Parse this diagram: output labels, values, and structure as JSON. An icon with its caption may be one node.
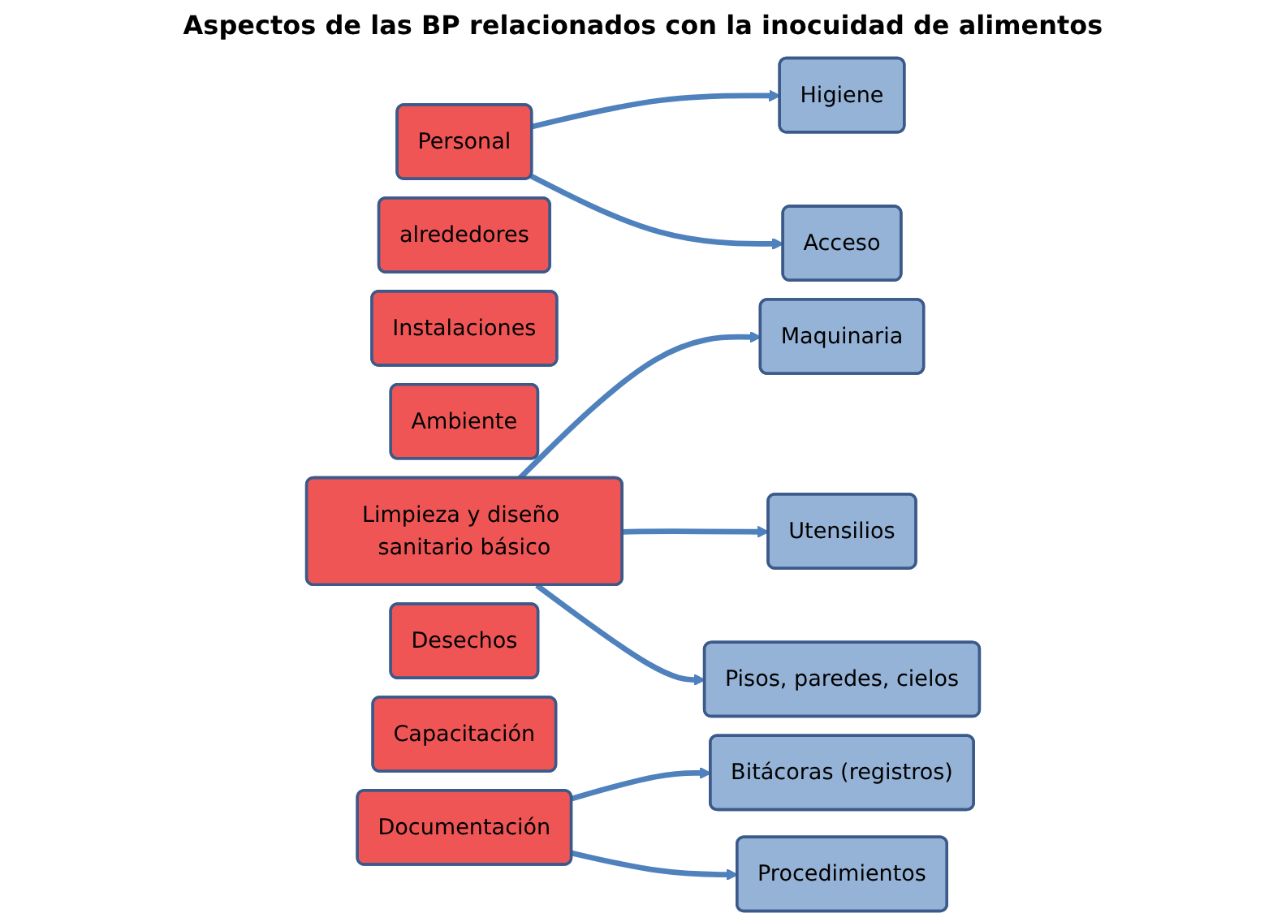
{
  "diagram": {
    "title": "Aspectos de las BP relacionados con la inocuidad de alimentos",
    "nodes": [
      {
        "text": [
          "Personal"
        ]
      },
      {
        "text": [
          "Higiene"
        ]
      },
      {
        "text": [
          "Acceso"
        ]
      },
      {
        "text": [
          "alrededores"
        ]
      },
      {
        "text": [
          "Instalaciones"
        ]
      },
      {
        "text": [
          "Ambiente"
        ]
      },
      {
        "text": [
          "Limpieza y diseño sanitario básico"
        ]
      },
      {
        "text": [
          "Maquinaria"
        ]
      },
      {
        "text": [
          "Utensilios"
        ]
      },
      {
        "text": [
          "Pisos, paredes, cielos"
        ]
      },
      {
        "text": [
          "Desechos"
        ]
      },
      {
        "text": [
          "Capacitación"
        ]
      },
      {
        "text": [
          "Documentación"
        ]
      },
      {
        "text": [
          "Bitácoras (registros)"
        ]
      },
      {
        "text": [
          "Procedimientos"
        ]
      }
    ],
    "edges": [
      {
        "from": 0,
        "to": 1,
        "arrow": "to"
      },
      {
        "from": 0,
        "to": 2,
        "arrow": "to"
      },
      {
        "from": 6,
        "to": 7,
        "arrow": "to"
      },
      {
        "from": 6,
        "to": 8,
        "arrow": "to"
      },
      {
        "from": 6,
        "to": 9,
        "arrow": "to"
      },
      {
        "from": 12,
        "to": 13,
        "arrow": "to"
      },
      {
        "from": 12,
        "to": 14,
        "arrow": "to"
      }
    ]
  }
}
